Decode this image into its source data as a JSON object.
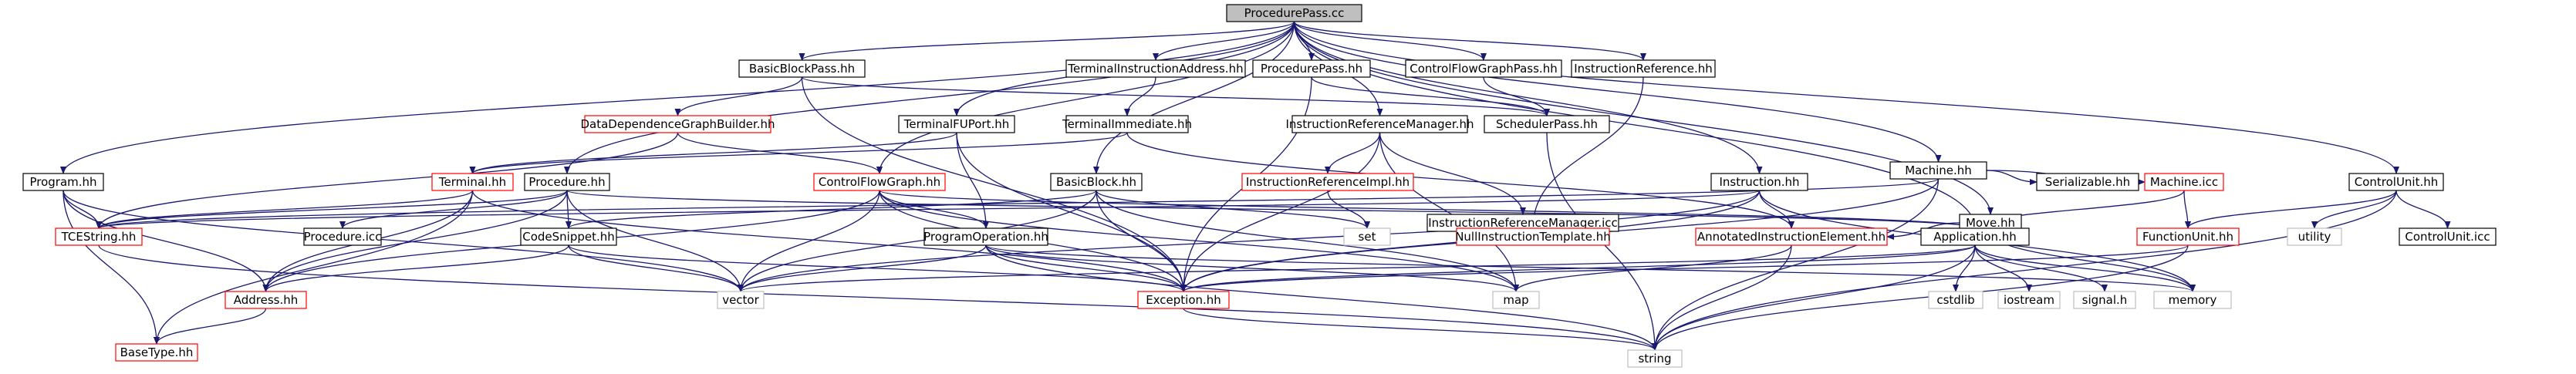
{
  "root": "ProcedurePass.cc",
  "nodes": [
    {
      "id": "n0",
      "label": "ProcedurePass.cc",
      "style": "root"
    },
    {
      "id": "n1",
      "label": "BasicBlockPass.hh",
      "style": "normal"
    },
    {
      "id": "n2",
      "label": "TerminalInstructionAddress.hh",
      "style": "normal"
    },
    {
      "id": "n3",
      "label": "ProcedurePass.hh",
      "style": "normal"
    },
    {
      "id": "n4",
      "label": "ControlFlowGraphPass.hh",
      "style": "normal"
    },
    {
      "id": "n5",
      "label": "InstructionReference.hh",
      "style": "normal"
    },
    {
      "id": "n6",
      "label": "DataDependenceGraphBuilder.hh",
      "style": "red"
    },
    {
      "id": "n7",
      "label": "TerminalImmediate.hh",
      "style": "normal"
    },
    {
      "id": "n8",
      "label": "SchedulerPass.hh",
      "style": "normal"
    },
    {
      "id": "n9",
      "label": "TerminalFUPort.hh",
      "style": "normal"
    },
    {
      "id": "n10",
      "label": "InstructionReferenceManager.hh",
      "style": "normal"
    },
    {
      "id": "n11",
      "label": "Machine.hh",
      "style": "normal"
    },
    {
      "id": "n12",
      "label": "ControlUnit.hh",
      "style": "normal"
    },
    {
      "id": "n13",
      "label": "Program.hh",
      "style": "normal"
    },
    {
      "id": "n14",
      "label": "Terminal.hh",
      "style": "red"
    },
    {
      "id": "n15",
      "label": "Procedure.hh",
      "style": "normal"
    },
    {
      "id": "n16",
      "label": "ControlFlowGraph.hh",
      "style": "red"
    },
    {
      "id": "n17",
      "label": "BasicBlock.hh",
      "style": "normal"
    },
    {
      "id": "n18",
      "label": "InstructionReferenceImpl.hh",
      "style": "red"
    },
    {
      "id": "n19",
      "label": "InstructionReferenceManager.icc",
      "style": "normal"
    },
    {
      "id": "n20",
      "label": "Instruction.hh",
      "style": "normal"
    },
    {
      "id": "n21",
      "label": "Move.hh",
      "style": "normal"
    },
    {
      "id": "n22",
      "label": "Serializable.hh",
      "style": "normal"
    },
    {
      "id": "n23",
      "label": "Machine.icc",
      "style": "red"
    },
    {
      "id": "n24",
      "label": "FunctionUnit.hh",
      "style": "red"
    },
    {
      "id": "n25",
      "label": "utility",
      "style": "gray"
    },
    {
      "id": "n26",
      "label": "ControlUnit.icc",
      "style": "normal"
    },
    {
      "id": "n27",
      "label": "TCEString.hh",
      "style": "red"
    },
    {
      "id": "n28",
      "label": "Procedure.icc",
      "style": "normal"
    },
    {
      "id": "n29",
      "label": "CodeSnippet.hh",
      "style": "normal"
    },
    {
      "id": "n30",
      "label": "ProgramOperation.hh",
      "style": "normal"
    },
    {
      "id": "n31",
      "label": "set",
      "style": "gray"
    },
    {
      "id": "n32",
      "label": "NullInstructionTemplate.hh",
      "style": "red"
    },
    {
      "id": "n33",
      "label": "AnnotatedInstructionElement.hh",
      "style": "red"
    },
    {
      "id": "n34",
      "label": "Application.hh",
      "style": "normal"
    },
    {
      "id": "n35",
      "label": "Address.hh",
      "style": "red"
    },
    {
      "id": "n36",
      "label": "vector",
      "style": "gray"
    },
    {
      "id": "n37",
      "label": "Exception.hh",
      "style": "red"
    },
    {
      "id": "n38",
      "label": "map",
      "style": "gray"
    },
    {
      "id": "n39",
      "label": "cstdlib",
      "style": "gray"
    },
    {
      "id": "n40",
      "label": "iostream",
      "style": "gray"
    },
    {
      "id": "n41",
      "label": "signal.h",
      "style": "gray"
    },
    {
      "id": "n42",
      "label": "memory",
      "style": "gray"
    },
    {
      "id": "n43",
      "label": "BaseType.hh",
      "style": "red"
    },
    {
      "id": "n44",
      "label": "string",
      "style": "gray"
    }
  ],
  "edges": [
    [
      "n0",
      "n1"
    ],
    [
      "n0",
      "n2"
    ],
    [
      "n0",
      "n3"
    ],
    [
      "n0",
      "n4"
    ],
    [
      "n0",
      "n5"
    ],
    [
      "n0",
      "n9"
    ],
    [
      "n0",
      "n10"
    ],
    [
      "n0",
      "n11"
    ],
    [
      "n0",
      "n12"
    ],
    [
      "n0",
      "n13"
    ],
    [
      "n0",
      "n15"
    ],
    [
      "n0",
      "n16"
    ],
    [
      "n0",
      "n17"
    ],
    [
      "n0",
      "n20"
    ],
    [
      "n0",
      "n21"
    ],
    [
      "n0",
      "n34"
    ],
    [
      "n1",
      "n6"
    ],
    [
      "n1",
      "n8"
    ],
    [
      "n1",
      "n37"
    ],
    [
      "n2",
      "n7"
    ],
    [
      "n3",
      "n8"
    ],
    [
      "n3",
      "n37"
    ],
    [
      "n4",
      "n8"
    ],
    [
      "n5",
      "n32"
    ],
    [
      "n6",
      "n16"
    ],
    [
      "n6",
      "n27"
    ],
    [
      "n7",
      "n14"
    ],
    [
      "n7",
      "n33"
    ],
    [
      "n8",
      "n44"
    ],
    [
      "n9",
      "n14"
    ],
    [
      "n9",
      "n30"
    ],
    [
      "n9",
      "n37"
    ],
    [
      "n10",
      "n18"
    ],
    [
      "n10",
      "n19"
    ],
    [
      "n10",
      "n37"
    ],
    [
      "n10",
      "n38"
    ],
    [
      "n11",
      "n22"
    ],
    [
      "n11",
      "n23"
    ],
    [
      "n11",
      "n27"
    ],
    [
      "n11",
      "n37"
    ],
    [
      "n11",
      "n44"
    ],
    [
      "n12",
      "n24"
    ],
    [
      "n12",
      "n25"
    ],
    [
      "n12",
      "n26"
    ],
    [
      "n12",
      "n44"
    ],
    [
      "n13",
      "n27"
    ],
    [
      "n13",
      "n35"
    ],
    [
      "n13",
      "n36"
    ],
    [
      "n13",
      "n43"
    ],
    [
      "n14",
      "n27"
    ],
    [
      "n14",
      "n35"
    ],
    [
      "n14",
      "n37"
    ],
    [
      "n14",
      "n43"
    ],
    [
      "n15",
      "n27"
    ],
    [
      "n15",
      "n28"
    ],
    [
      "n15",
      "n29"
    ],
    [
      "n15",
      "n35"
    ],
    [
      "n15",
      "n36"
    ],
    [
      "n15",
      "n34"
    ],
    [
      "n16",
      "n30"
    ],
    [
      "n16",
      "n35"
    ],
    [
      "n16",
      "n36"
    ],
    [
      "n16",
      "n37"
    ],
    [
      "n16",
      "n38"
    ],
    [
      "n16",
      "n34"
    ],
    [
      "n17",
      "n29"
    ],
    [
      "n17",
      "n31"
    ],
    [
      "n17",
      "n36"
    ],
    [
      "n17",
      "n37"
    ],
    [
      "n17",
      "n38"
    ],
    [
      "n18",
      "n31"
    ],
    [
      "n20",
      "n27"
    ],
    [
      "n20",
      "n33"
    ],
    [
      "n20",
      "n36"
    ],
    [
      "n20",
      "n37"
    ],
    [
      "n20",
      "n42"
    ],
    [
      "n21",
      "n33"
    ],
    [
      "n21",
      "n42"
    ],
    [
      "n23",
      "n34"
    ],
    [
      "n23",
      "n24"
    ],
    [
      "n24",
      "n37"
    ],
    [
      "n24",
      "n44"
    ],
    [
      "n27",
      "n44"
    ],
    [
      "n29",
      "n35"
    ],
    [
      "n29",
      "n36"
    ],
    [
      "n29",
      "n37"
    ],
    [
      "n30",
      "n36"
    ],
    [
      "n30",
      "n37"
    ],
    [
      "n30",
      "n38"
    ],
    [
      "n30",
      "n42"
    ],
    [
      "n30",
      "n44"
    ],
    [
      "n33",
      "n38"
    ],
    [
      "n33",
      "n44"
    ],
    [
      "n34",
      "n36"
    ],
    [
      "n34",
      "n37"
    ],
    [
      "n34",
      "n39"
    ],
    [
      "n34",
      "n40"
    ],
    [
      "n34",
      "n41"
    ],
    [
      "n34",
      "n42"
    ],
    [
      "n34",
      "n44"
    ],
    [
      "n35",
      "n43"
    ],
    [
      "n37",
      "n44"
    ]
  ],
  "colors": {
    "normal": "#000000",
    "red": "#ff0000",
    "gray": "#bfbfbf",
    "root_fill": "#bfbfbf",
    "edge": "#191970"
  }
}
